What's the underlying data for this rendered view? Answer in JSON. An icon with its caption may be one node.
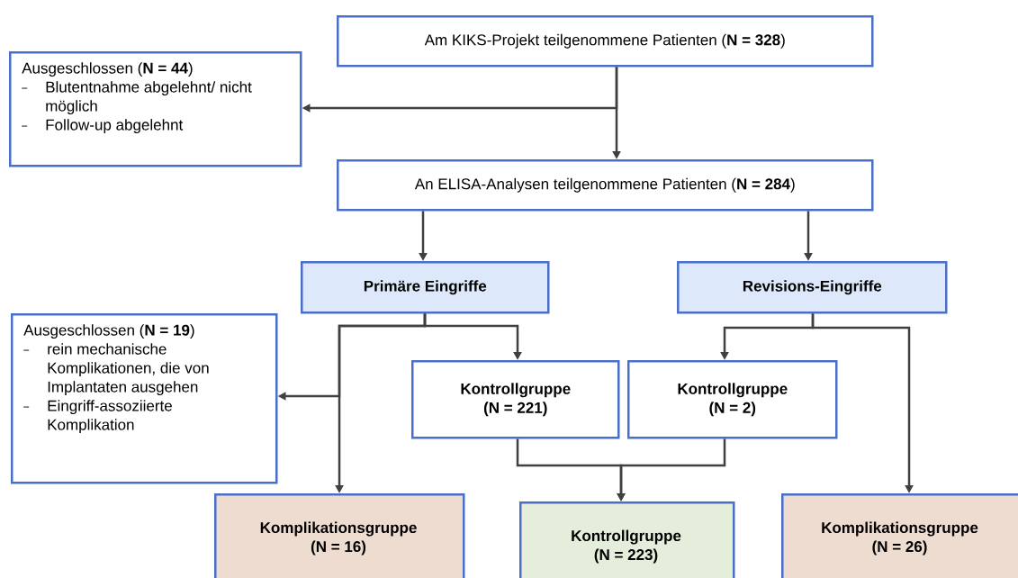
{
  "diagram": {
    "nodes": [
      {
        "text": [
          "Am KIKS-Projekt teilgenommene Patienten (**N = 328**)"
        ]
      },
      {
        "text": [
          "Ausgeschlossen (**N = 44**)",
          "Blutentnahme abgelehnt/ nicht möglich",
          "Follow-up abgelehnt"
        ]
      },
      {
        "text": [
          "An ELISA-Analysen teilgenommene Patienten (**N = 284**)"
        ]
      },
      {
        "text": [
          "Primäre Eingriffe"
        ]
      },
      {
        "text": [
          "Revisions-Eingriffe"
        ]
      },
      {
        "text": [
          "Ausgeschlossen (**N = 19**)",
          "rein mechanische Komplikationen, die von Implantaten ausgehen",
          "Eingriff-assoziierte Komplikation"
        ]
      },
      {
        "text": [
          "Kontrollgruppe",
          "(N = 221)"
        ]
      },
      {
        "text": [
          "Kontrollgruppe",
          "(N = 2)"
        ]
      },
      {
        "text": [
          "Komplikationsgruppe",
          "(N = 16)"
        ]
      },
      {
        "text": [
          "Kontrollgruppe",
          "(N = 223)"
        ]
      },
      {
        "text": [
          "Komplikationsgruppe",
          "(N = 26)"
        ]
      }
    ],
    "edges": [
      {
        "from": 0,
        "to": 2,
        "arrow": "to"
      },
      {
        "from": 0,
        "to": 1,
        "arrow": "to"
      },
      {
        "from": 2,
        "to": 3,
        "arrow": "to"
      },
      {
        "from": 2,
        "to": 4,
        "arrow": "to"
      },
      {
        "from": 3,
        "to": 6,
        "arrow": "to"
      },
      {
        "from": 3,
        "to": 8,
        "arrow": "to"
      },
      {
        "from": 3,
        "to": 5,
        "arrow": "to"
      },
      {
        "from": 4,
        "to": 7,
        "arrow": "to"
      },
      {
        "from": 4,
        "to": 10,
        "arrow": "to"
      },
      {
        "from": 6,
        "to": 9,
        "arrow": "to"
      },
      {
        "from": 7,
        "to": 9,
        "arrow": "to"
      }
    ]
  }
}
